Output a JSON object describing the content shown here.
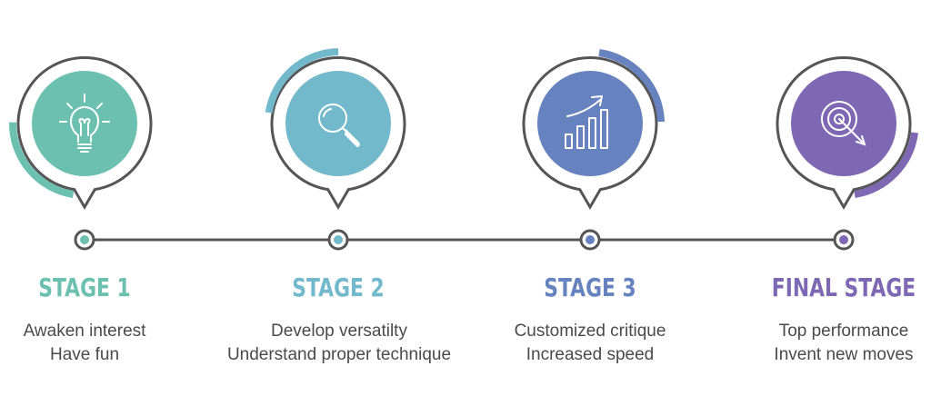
{
  "stages": [
    {
      "title": "STAGE 1",
      "lines": [
        "Awaken interest",
        "Have fun"
      ],
      "color": "#6cc0b0",
      "icon": "lightbulb-icon"
    },
    {
      "title": "STAGE 2",
      "lines": [
        "Develop versatilty",
        "Understand proper technique"
      ],
      "color": "#72b9cc",
      "icon": "magnifier-icon"
    },
    {
      "title": "STAGE 3",
      "lines": [
        "Customized critique",
        "Increased speed"
      ],
      "color": "#6783bf",
      "icon": "growth-chart-icon"
    },
    {
      "title": "FINAL STAGE",
      "lines": [
        "Top performance",
        "Invent new moves"
      ],
      "color": "#7e68b4",
      "icon": "target-icon"
    }
  ],
  "line_color": "#555555"
}
